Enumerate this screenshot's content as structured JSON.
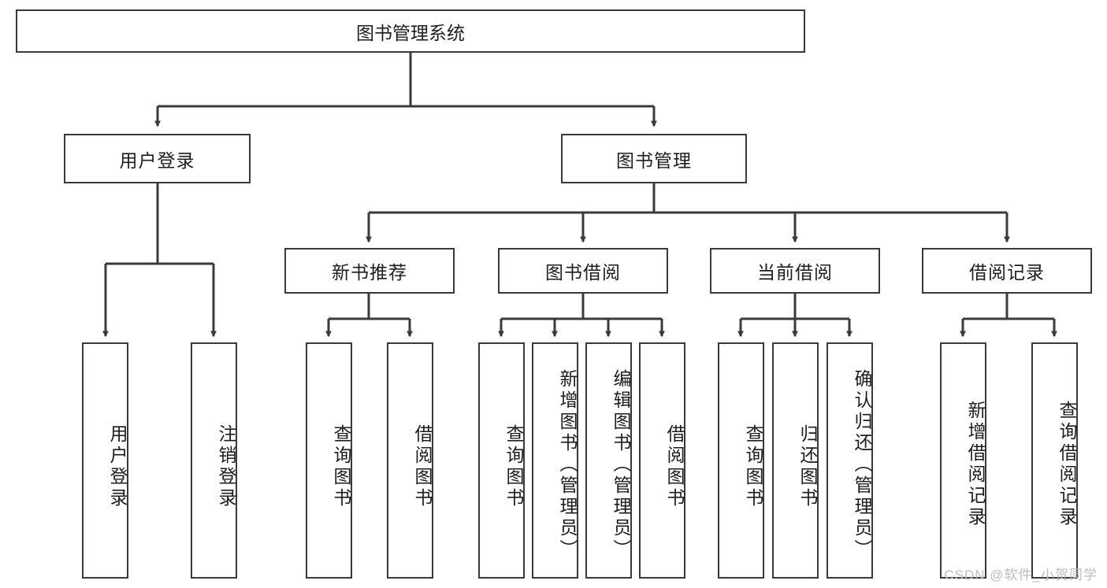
{
  "diagram": {
    "type": "tree",
    "title": "图书管理系统",
    "root": {
      "label": "图书管理系统"
    },
    "level2": [
      {
        "label": "用户登录"
      },
      {
        "label": "图书管理"
      }
    ],
    "level3": [
      {
        "label": "新书推荐"
      },
      {
        "label": "图书借阅"
      },
      {
        "label": "当前借阅"
      },
      {
        "label": "借阅记录"
      }
    ],
    "leaves": {
      "user_login": [
        {
          "label": "用户登录"
        },
        {
          "label": "注销登录"
        }
      ],
      "new_book_recommend": [
        {
          "label": "查询图书"
        },
        {
          "label": "借阅图书"
        }
      ],
      "book_borrow": [
        {
          "label": "查询图书"
        },
        {
          "label": "新增图书（管理员）"
        },
        {
          "label": "编辑图书（管理员）"
        },
        {
          "label": "借阅图书"
        }
      ],
      "current_borrow": [
        {
          "label": "查询图书"
        },
        {
          "label": "归还图书"
        },
        {
          "label": "确认归还（管理员）"
        }
      ],
      "borrow_record": [
        {
          "label": "新增借阅记录"
        },
        {
          "label": "查询借阅记录"
        }
      ]
    }
  },
  "watermark": {
    "text": "CSDN @软件_小贺同学"
  },
  "colors": {
    "border": "#3a3a3a",
    "text": "#1d1d1d",
    "background": "#ffffff",
    "watermark": "#bdbdbd"
  }
}
